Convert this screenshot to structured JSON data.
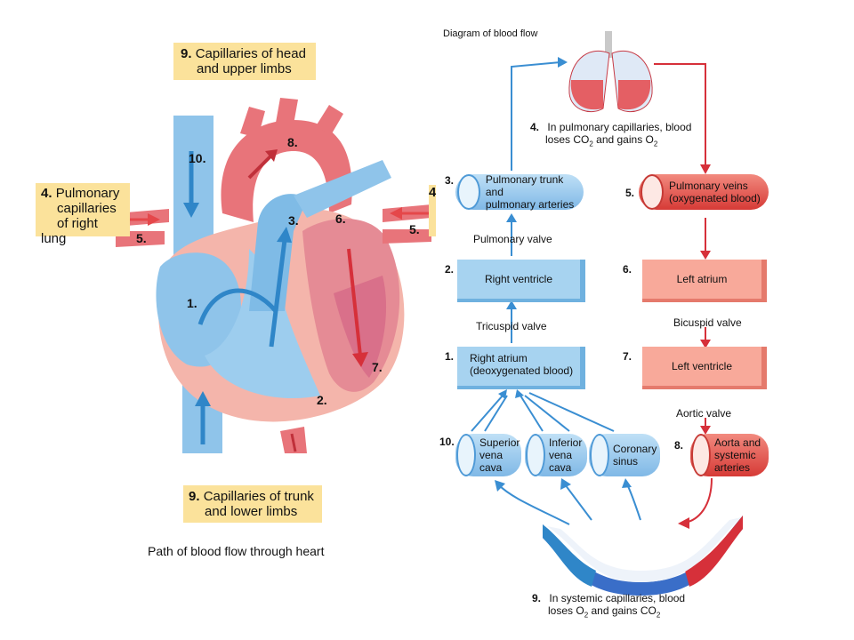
{
  "title": "Diagram of blood flow",
  "heart_caption": "Path of blood flow through heart",
  "left_labels": {
    "head_num": "9.",
    "head_text_1": "Capillaries of head",
    "head_text_2": "and upper limbs",
    "lung_num": "4.",
    "lung_text_1": "Pulmonary",
    "lung_text_2": "capillaries",
    "lung_text_3": "of right lung",
    "lung_right_partial": "4",
    "trunk_num": "9.",
    "trunk_text_1": "Capillaries of trunk",
    "trunk_text_2": "and lower limbs",
    "heart_numbers": [
      "10.",
      "8.",
      "3.",
      "6.",
      "5.",
      "5.",
      "1.",
      "7.",
      "2."
    ]
  },
  "flow": {
    "step4_num": "4.",
    "step4_text_1": "In pulmonary capillaries, blood",
    "step4_text_2": "loses CO",
    "step4_text_3": " and gains O",
    "sub_2": "2",
    "step3_num": "3.",
    "step3_text_1": "Pulmonary trunk and",
    "step3_text_2": "pulmonary arteries",
    "step5_num": "5.",
    "step5_text_1": "Pulmonary veins",
    "step5_text_2": "(oxygenated blood)",
    "pulmonary_valve": "Pulmonary valve",
    "step2_num": "2.",
    "step2_text": "Right ventricle",
    "step6_num": "6.",
    "step6_text": "Left atrium",
    "tricuspid_valve": "Tricuspid valve",
    "bicuspid_valve": "Bicuspid valve",
    "step1_num": "1.",
    "step1_text_1": "Right atrium",
    "step1_text_2": "(deoxygenated blood)",
    "step7_num": "7.",
    "step7_text": "Left ventricle",
    "aortic_valve": "Aortic valve",
    "step10_num": "10.",
    "svc_1": "Superior",
    "svc_2": "vena",
    "svc_3": "cava",
    "ivc_1": "Inferior",
    "ivc_2": "vena",
    "ivc_3": "cava",
    "cs_1": "Coronary",
    "cs_2": "sinus",
    "step8_num": "8.",
    "aorta_1": "Aorta and",
    "aorta_2": "systemic",
    "aorta_3": "arteries",
    "step9_num": "9.",
    "step9_text_1": "In systemic capillaries, blood",
    "step9_text_2": "loses O",
    "step9_text_3": " and gains CO"
  },
  "colors": {
    "blue": "#a7d3f0",
    "blue_dark": "#2f86c8",
    "red": "#e5474a",
    "red_light": "#f8a99a",
    "tan": "#fbe29b"
  }
}
